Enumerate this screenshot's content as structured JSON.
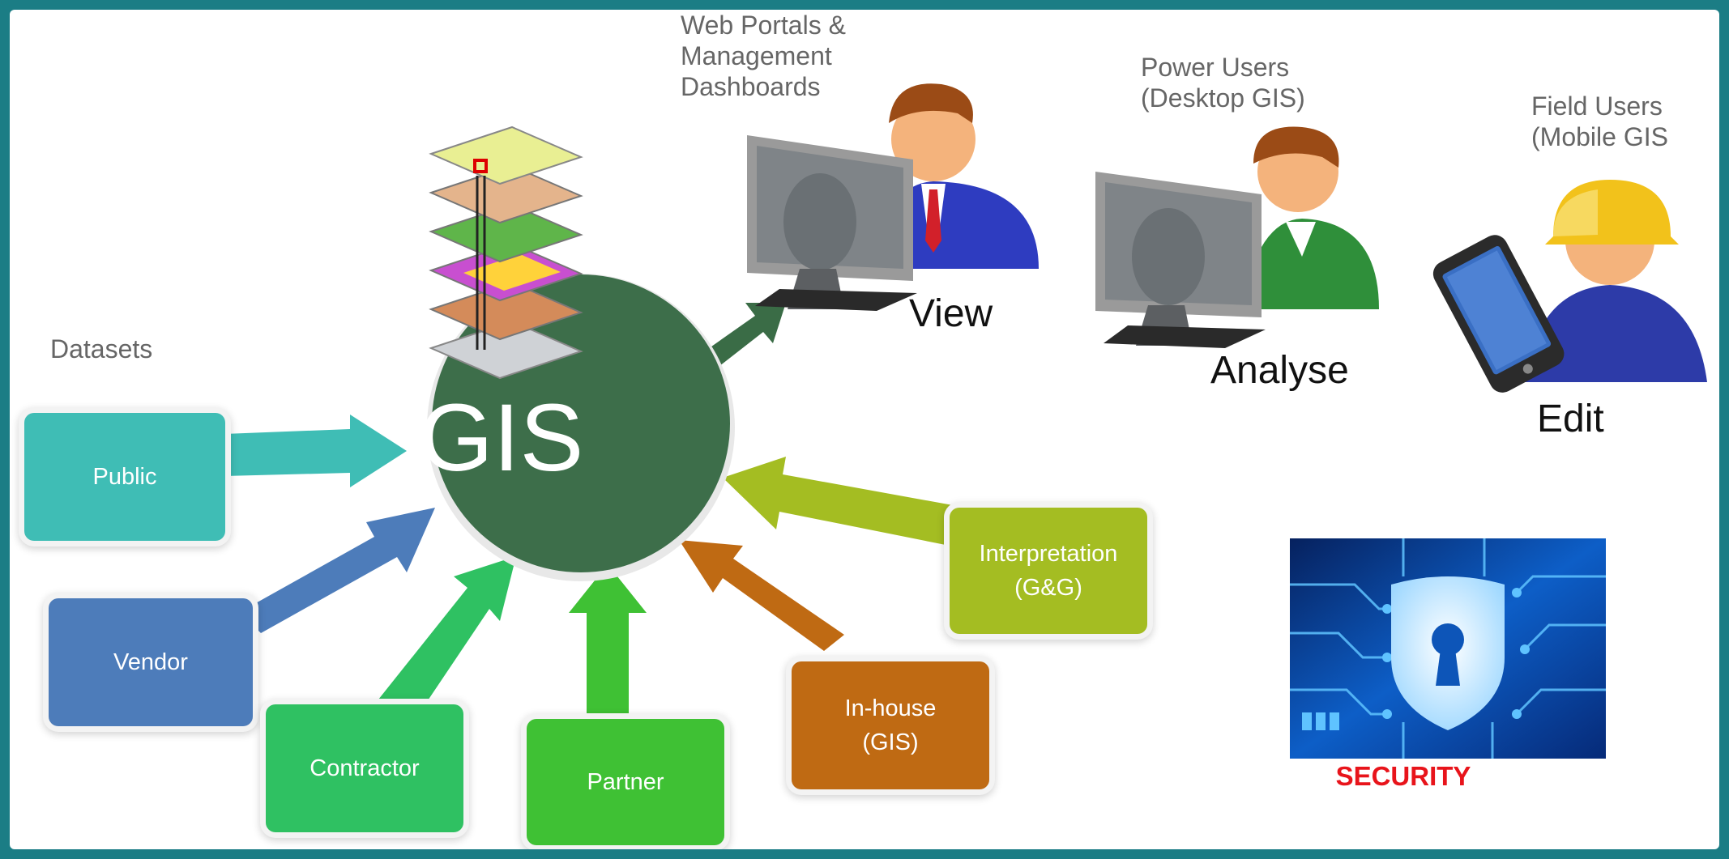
{
  "datasets_title": "Datasets",
  "core_label": "GIS",
  "sources": [
    {
      "label": "Public",
      "color": "#3fbdb5"
    },
    {
      "label": "Vendor",
      "color": "#4d7cba"
    },
    {
      "label": "Contractor",
      "color": "#2fc162"
    },
    {
      "label": "Partner",
      "color": "#3fc134"
    },
    {
      "label": "In-house\n(GIS)",
      "color": "#bf6a13"
    },
    {
      "label": "Interpretation\n(G&G)",
      "color": "#a4bd22"
    }
  ],
  "users": [
    {
      "title": "Web Portals &\nManagement\nDashboards",
      "action": "View"
    },
    {
      "title": "Power Users\n(Desktop GIS)",
      "action": "Analyse"
    },
    {
      "title": "Field Users\n(Mobile GIS",
      "action": "Edit"
    }
  ],
  "security_label": "SECURITY",
  "colors": {
    "gis_circle": "#3d6e4a",
    "security_text": "#e8141b",
    "background": "#1b7d85"
  }
}
